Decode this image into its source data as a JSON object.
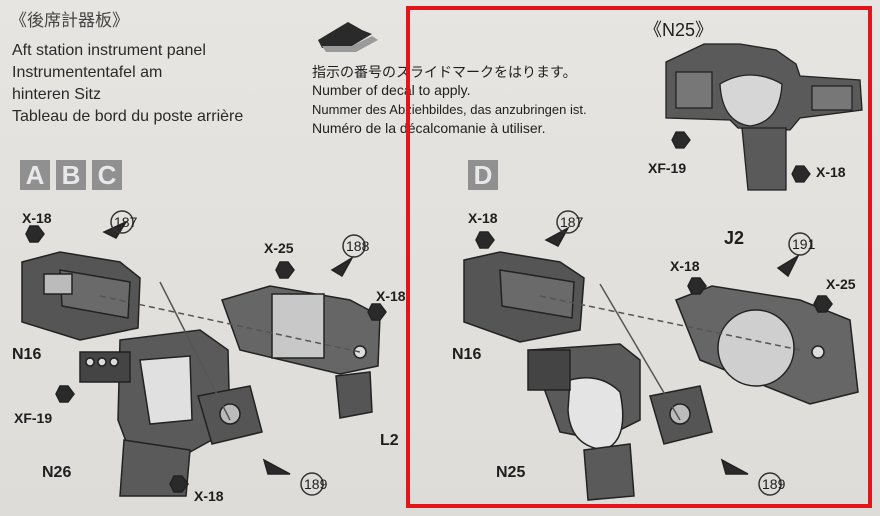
{
  "left": {
    "title": "《後席計器板》",
    "desc": [
      "Aft station instrument panel",
      "Instrumententafel am",
      "hinteren Sitz",
      "Tableau de bord du poste arrière"
    ],
    "headers": [
      "A",
      "B",
      "C"
    ],
    "parts": {
      "x18_top": "X-18",
      "step187": "187",
      "x25": "X-25",
      "step188": "188",
      "x18_right": "X-18",
      "n16": "N16",
      "xf19": "XF-19",
      "l2": "L2",
      "n26": "N26",
      "x18_bottom": "X-18",
      "step189": "189"
    }
  },
  "instructions": {
    "jp": "指示の番号のスライドマークをはります。",
    "en": "Number of decal to apply.",
    "de": "Nummer des Abziehbildes, das anzubringen ist.",
    "fr": "Numéro de la décalcomanie à utiliser."
  },
  "right": {
    "title": "《N25》",
    "xf19": "XF-19",
    "x18": "X-18",
    "header": "D",
    "parts": {
      "x18_a": "X-18",
      "step187": "187",
      "j2": "J2",
      "step191": "191",
      "x18_b": "X-18",
      "x25": "X-25",
      "n16": "N16",
      "n25": "N25",
      "step189": "189"
    }
  },
  "colors": {
    "highlight": "#e1151a",
    "part_dark": "#4d4d4d",
    "part_mid": "#7a7a7a"
  }
}
